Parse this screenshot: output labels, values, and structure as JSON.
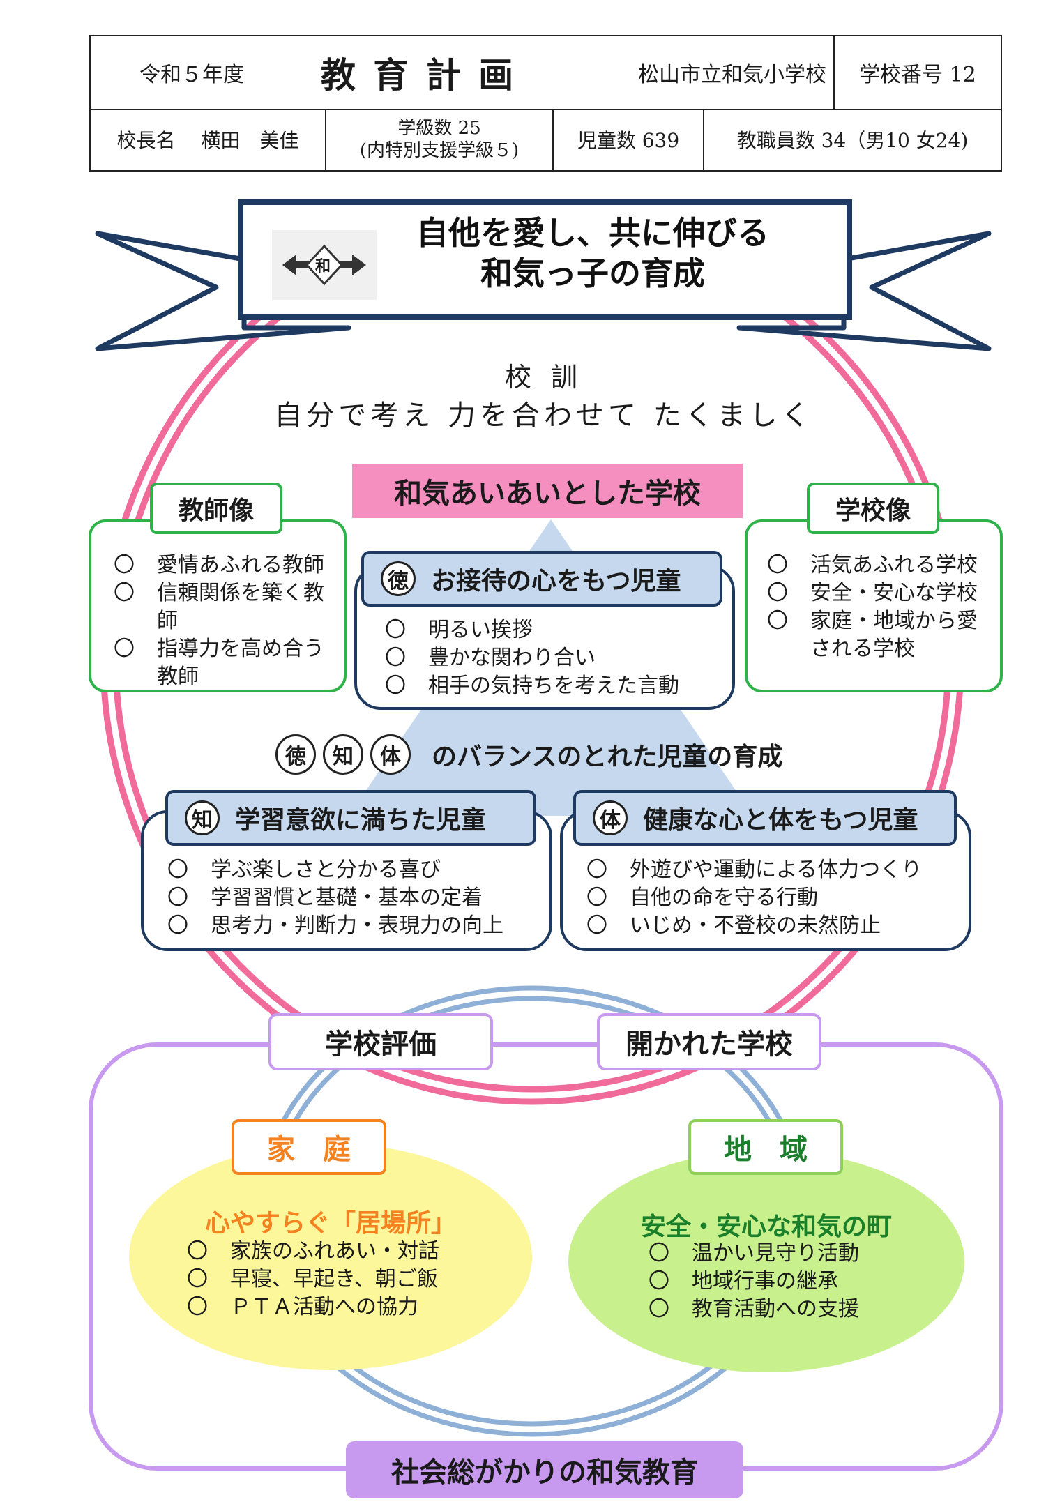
{
  "header": {
    "year": "令和５年度",
    "title": "教 育 計 画",
    "school": "松山市立和気小学校",
    "school_number": "学校番号 12",
    "principal": "校長名　 横田　美佳",
    "classes": "学級数 25",
    "classes_note": "(内特別支援学級５)",
    "students": "児童数 639",
    "staff": "教職員数 34（男10 女24)"
  },
  "banner": {
    "line1": "自他を愛し、共に伸びる",
    "line2": "和気っ子の育成",
    "emblem_text": "和"
  },
  "motto": {
    "label": "校 訓",
    "text": "自分で考え 力を合わせて たくましく"
  },
  "school_goal": "和気あいあいとした学校",
  "teacher_image": {
    "title": "教師像",
    "items": [
      "愛情あふれる教師",
      "信頼関係を築く教師",
      "指導力を高め合う教師"
    ]
  },
  "school_image": {
    "title": "学校像",
    "items": [
      "活気あふれる学校",
      "安全・安心な学校",
      "家庭・地域から愛される学校"
    ]
  },
  "toku": {
    "mark": "徳",
    "title": "お接待の心をもつ児童",
    "items": [
      "明るい挨拶",
      "豊かな関わり合い",
      "相手の気持ちを考えた言動"
    ]
  },
  "balance": {
    "marks": [
      "徳",
      "知",
      "体"
    ],
    "text": "のバランスのとれた児童の育成"
  },
  "chi": {
    "mark": "知",
    "title": "学習意欲に満ちた児童",
    "items": [
      "学ぶ楽しさと分かる喜び",
      "学習習慣と基礎・基本の定着",
      "思考力・判断力・表現力の向上"
    ]
  },
  "tai": {
    "mark": "体",
    "title": "健康な心と体をもつ児童",
    "items": [
      "外遊びや運動による体力つくり",
      "自他の命を守る行動",
      "いじめ・不登校の未然防止"
    ]
  },
  "evaluation": "学校評価",
  "open_school": "開かれた学校",
  "home": {
    "label": "家　庭",
    "headline": "心やすらぐ「居場所」",
    "items": [
      "家族のふれあい・対話",
      "早寝、早起き、朝ご飯",
      "ＰＴＡ活動への協力"
    ]
  },
  "community": {
    "label": "地　域",
    "headline": "安全・安心な和気の町",
    "items": [
      "温かい見守り活動",
      "地域行事の継承",
      "教育活動への支援"
    ]
  },
  "society": "社会総がかりの和気教育",
  "colors": {
    "navy": "#1f3a60",
    "pink_ring": "#f06a9a",
    "pink_box": "#f48fbf",
    "green": "#2fb24a",
    "lightblue": "#c5d8ee",
    "purple": "#c79af0",
    "orange": "#f58220",
    "yellow": "#fbf79a",
    "lime": "#c8f08c",
    "darkgreen": "#1a7f2a"
  }
}
